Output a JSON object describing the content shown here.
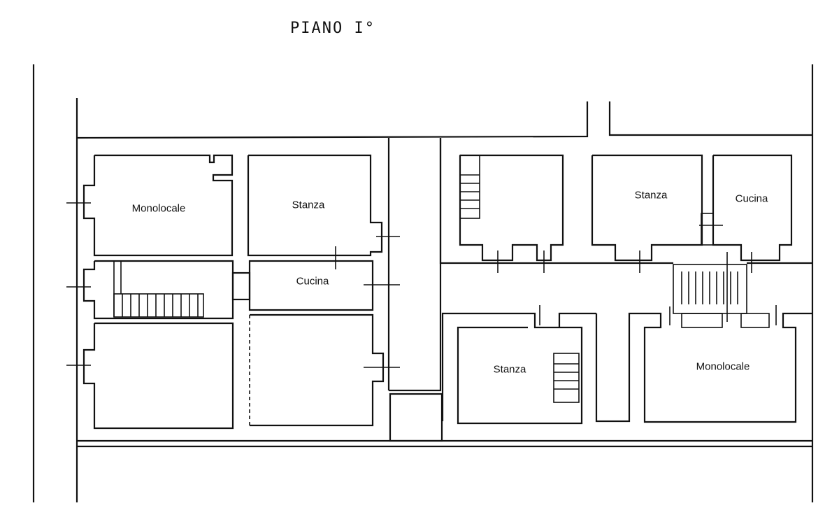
{
  "title": "PIANO I°",
  "rooms": {
    "left_monolocale": "Monolocale",
    "left_stanza": "Stanza",
    "left_cucina": "Cucina",
    "right_stanza_top": "Stanza",
    "right_cucina": "Cucina",
    "right_stanza_bottom": "Stanza",
    "right_monolocale": "Monolocale"
  }
}
